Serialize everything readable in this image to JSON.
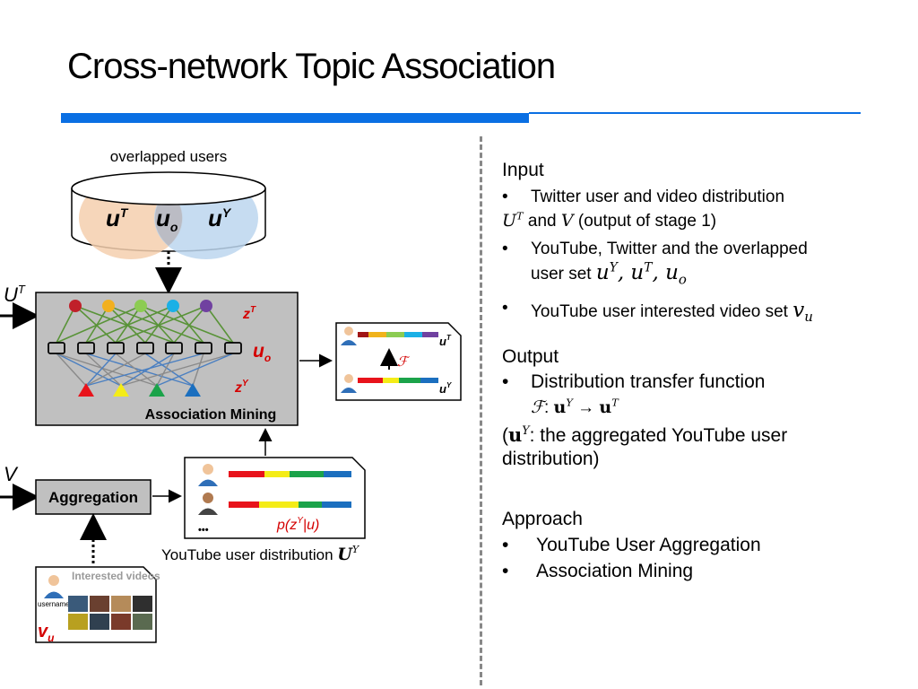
{
  "title": "Cross-network Topic Association",
  "diagram": {
    "overlapped_users_label": "overlapped users",
    "venn": {
      "left": "u",
      "left_sup": "T",
      "mid": "u",
      "mid_sub": "o",
      "right": "u",
      "right_sup": "Y"
    },
    "input_UT": {
      "base": "U",
      "sup": "T"
    },
    "input_V": "V",
    "zT": {
      "base": "z",
      "sup": "T"
    },
    "zY": {
      "base": "z",
      "sup": "Y"
    },
    "uo": {
      "base": "u",
      "sub": "o"
    },
    "association_mining": "Association Mining",
    "aggregation": "Aggregation",
    "transfer_symbol": "ℱ",
    "uT_small": {
      "base": "u",
      "sup": "T"
    },
    "uY_small": {
      "base": "u",
      "sup": "Y"
    },
    "ellipsis": "•••",
    "prob_label": "p(z",
    "prob_sup": "Y",
    "prob_rest": "|u)",
    "yt_user_dist_label": "YouTube user distribution ",
    "yt_user_dist_sym": "U",
    "yt_user_dist_sup": "Y",
    "interested_videos": "Interested videos",
    "username": "username",
    "vu": {
      "base": "v",
      "sub": "u"
    },
    "colors": {
      "venn_left": "#f5cfae",
      "venn_right": "#bcd6ef",
      "panel_gray": "#c0c0c0",
      "topic_nodes": [
        "#c0202a",
        "#f2b01f",
        "#8ccc52",
        "#1bb0e6",
        "#7041a0"
      ],
      "triangles": [
        "#e8131b",
        "#f4ec17",
        "#1ba34a",
        "#1b6fbf"
      ],
      "bar_segments": [
        "#e8131b",
        "#f4ec17",
        "#1ba34a",
        "#1b6fbf"
      ]
    }
  },
  "right": {
    "input_heading": "Input",
    "bullet1": "Twitter user and video distribution",
    "line_UT_V": {
      "U": "U",
      "U_sup": "T",
      "and": " and ",
      "V": "V",
      "rest": " (output of stage 1)"
    },
    "bullet2_line1": "YouTube, Twitter and the overlapped",
    "bullet2_line2_text": "user set ",
    "bullet2_math": "u",
    "bullet2_math_sup1": "Y",
    "bullet2_math_sep": ", u",
    "bullet2_math_sup2": "T",
    "bullet2_math_sep2": ", u",
    "bullet2_math_sub": "o",
    "bullet3_text": "YouTube user interested video set ",
    "bullet3_math": "v",
    "bullet3_sub": "u",
    "output_heading": "Output",
    "out_bullet": "Distribution transfer function",
    "func_F": "ℱ",
    "func_colon": ": ",
    "func_u1": "u",
    "func_u1_sup": "Y",
    "func_arrow": " → ",
    "func_u2": "u",
    "func_u2_sup": "T",
    "paren_open": "(",
    "paren_u": "u",
    "paren_u_sup": "Y",
    "paren_text1": ": the aggregated YouTube user",
    "paren_text2": "distribution)",
    "approach_heading": "Approach",
    "approach_items": [
      "YouTube User Aggregation",
      "Association Mining"
    ]
  }
}
